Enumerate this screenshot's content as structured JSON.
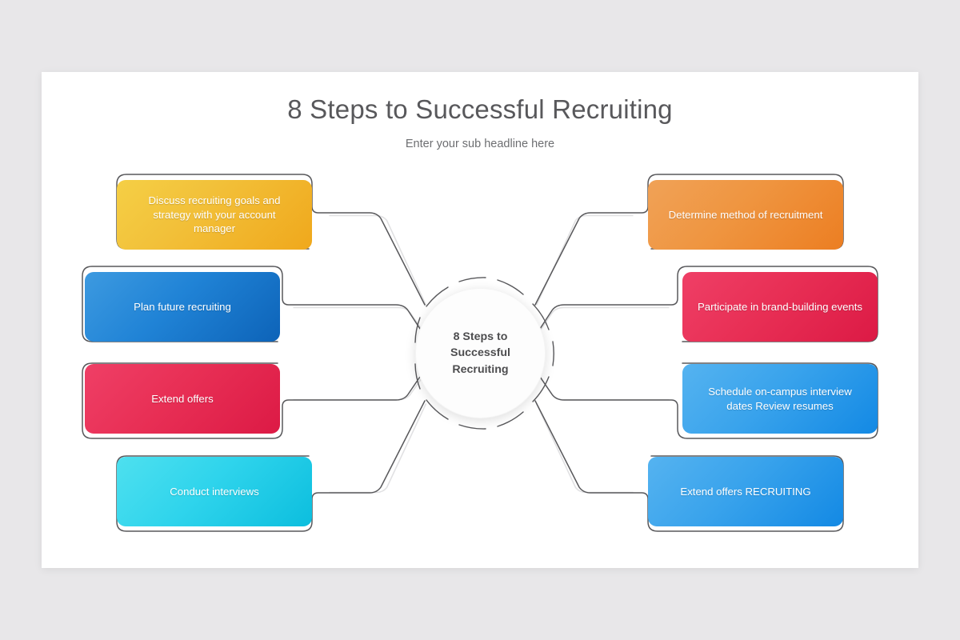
{
  "slide": {
    "title": "8 Steps to Successful Recruiting",
    "subtitle": "Enter your sub headline here",
    "background_color": "#e8e7e9",
    "canvas_color": "#ffffff"
  },
  "hub": {
    "label": "8 Steps to Successful Recruiting",
    "line1": "8 Steps to",
    "line2": "Successful",
    "line3": "Recruiting",
    "fill": "#fdfdfd",
    "text_color": "#4d4d4f"
  },
  "diagram": {
    "type": "mind-map",
    "node_count": 8,
    "outline_color": "#58585b",
    "left_nodes": [
      {
        "id": "node-1",
        "side": "left",
        "label": "Discuss recruiting goals and strategy with your account manager",
        "color": "#f0bb2e",
        "color_name": "gold",
        "fill_class": "fill-gold"
      },
      {
        "id": "node-2",
        "side": "left",
        "label": "Plan future recruiting",
        "color": "#1a7fd4",
        "color_name": "blue",
        "fill_class": "fill-blue"
      },
      {
        "id": "node-3",
        "side": "left",
        "label": "Extend offers",
        "color": "#e62d52",
        "color_name": "crimson",
        "fill_class": "fill-crimson"
      },
      {
        "id": "node-4",
        "side": "left",
        "label": "Conduct interviews",
        "color": "#2bd2ec",
        "color_name": "cyan",
        "fill_class": "fill-cyan"
      }
    ],
    "right_nodes": [
      {
        "id": "node-5",
        "side": "right",
        "label": "Determine method of recruitment",
        "color": "#ee9238",
        "color_name": "orange",
        "fill_class": "fill-orange"
      },
      {
        "id": "node-6",
        "side": "right",
        "label": "Participate in brand-building events",
        "color": "#e62d52",
        "color_name": "crimson",
        "fill_class": "fill-crimson"
      },
      {
        "id": "node-7",
        "side": "right",
        "label": "Schedule on-campus interview dates Review resumes",
        "color": "#1a7fd4",
        "color_name": "blue",
        "fill_class": "fill-blue"
      },
      {
        "id": "node-8",
        "side": "right",
        "label": "Extend offers RECRUITING",
        "color": "#2f9fe8",
        "color_name": "light-blue",
        "fill_class": "fill-ltblue"
      }
    ]
  }
}
